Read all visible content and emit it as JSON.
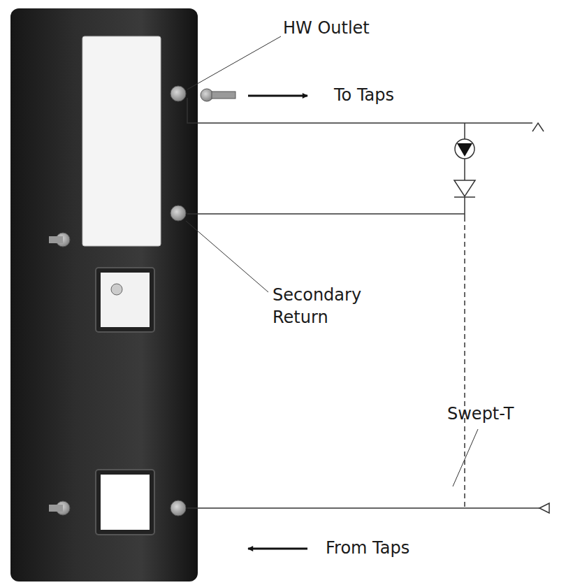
{
  "diagram": {
    "labels": [
      "HW Outlet",
      "To Taps",
      "Secondary Return",
      "Swept-T",
      "From Taps"
    ]
  }
}
